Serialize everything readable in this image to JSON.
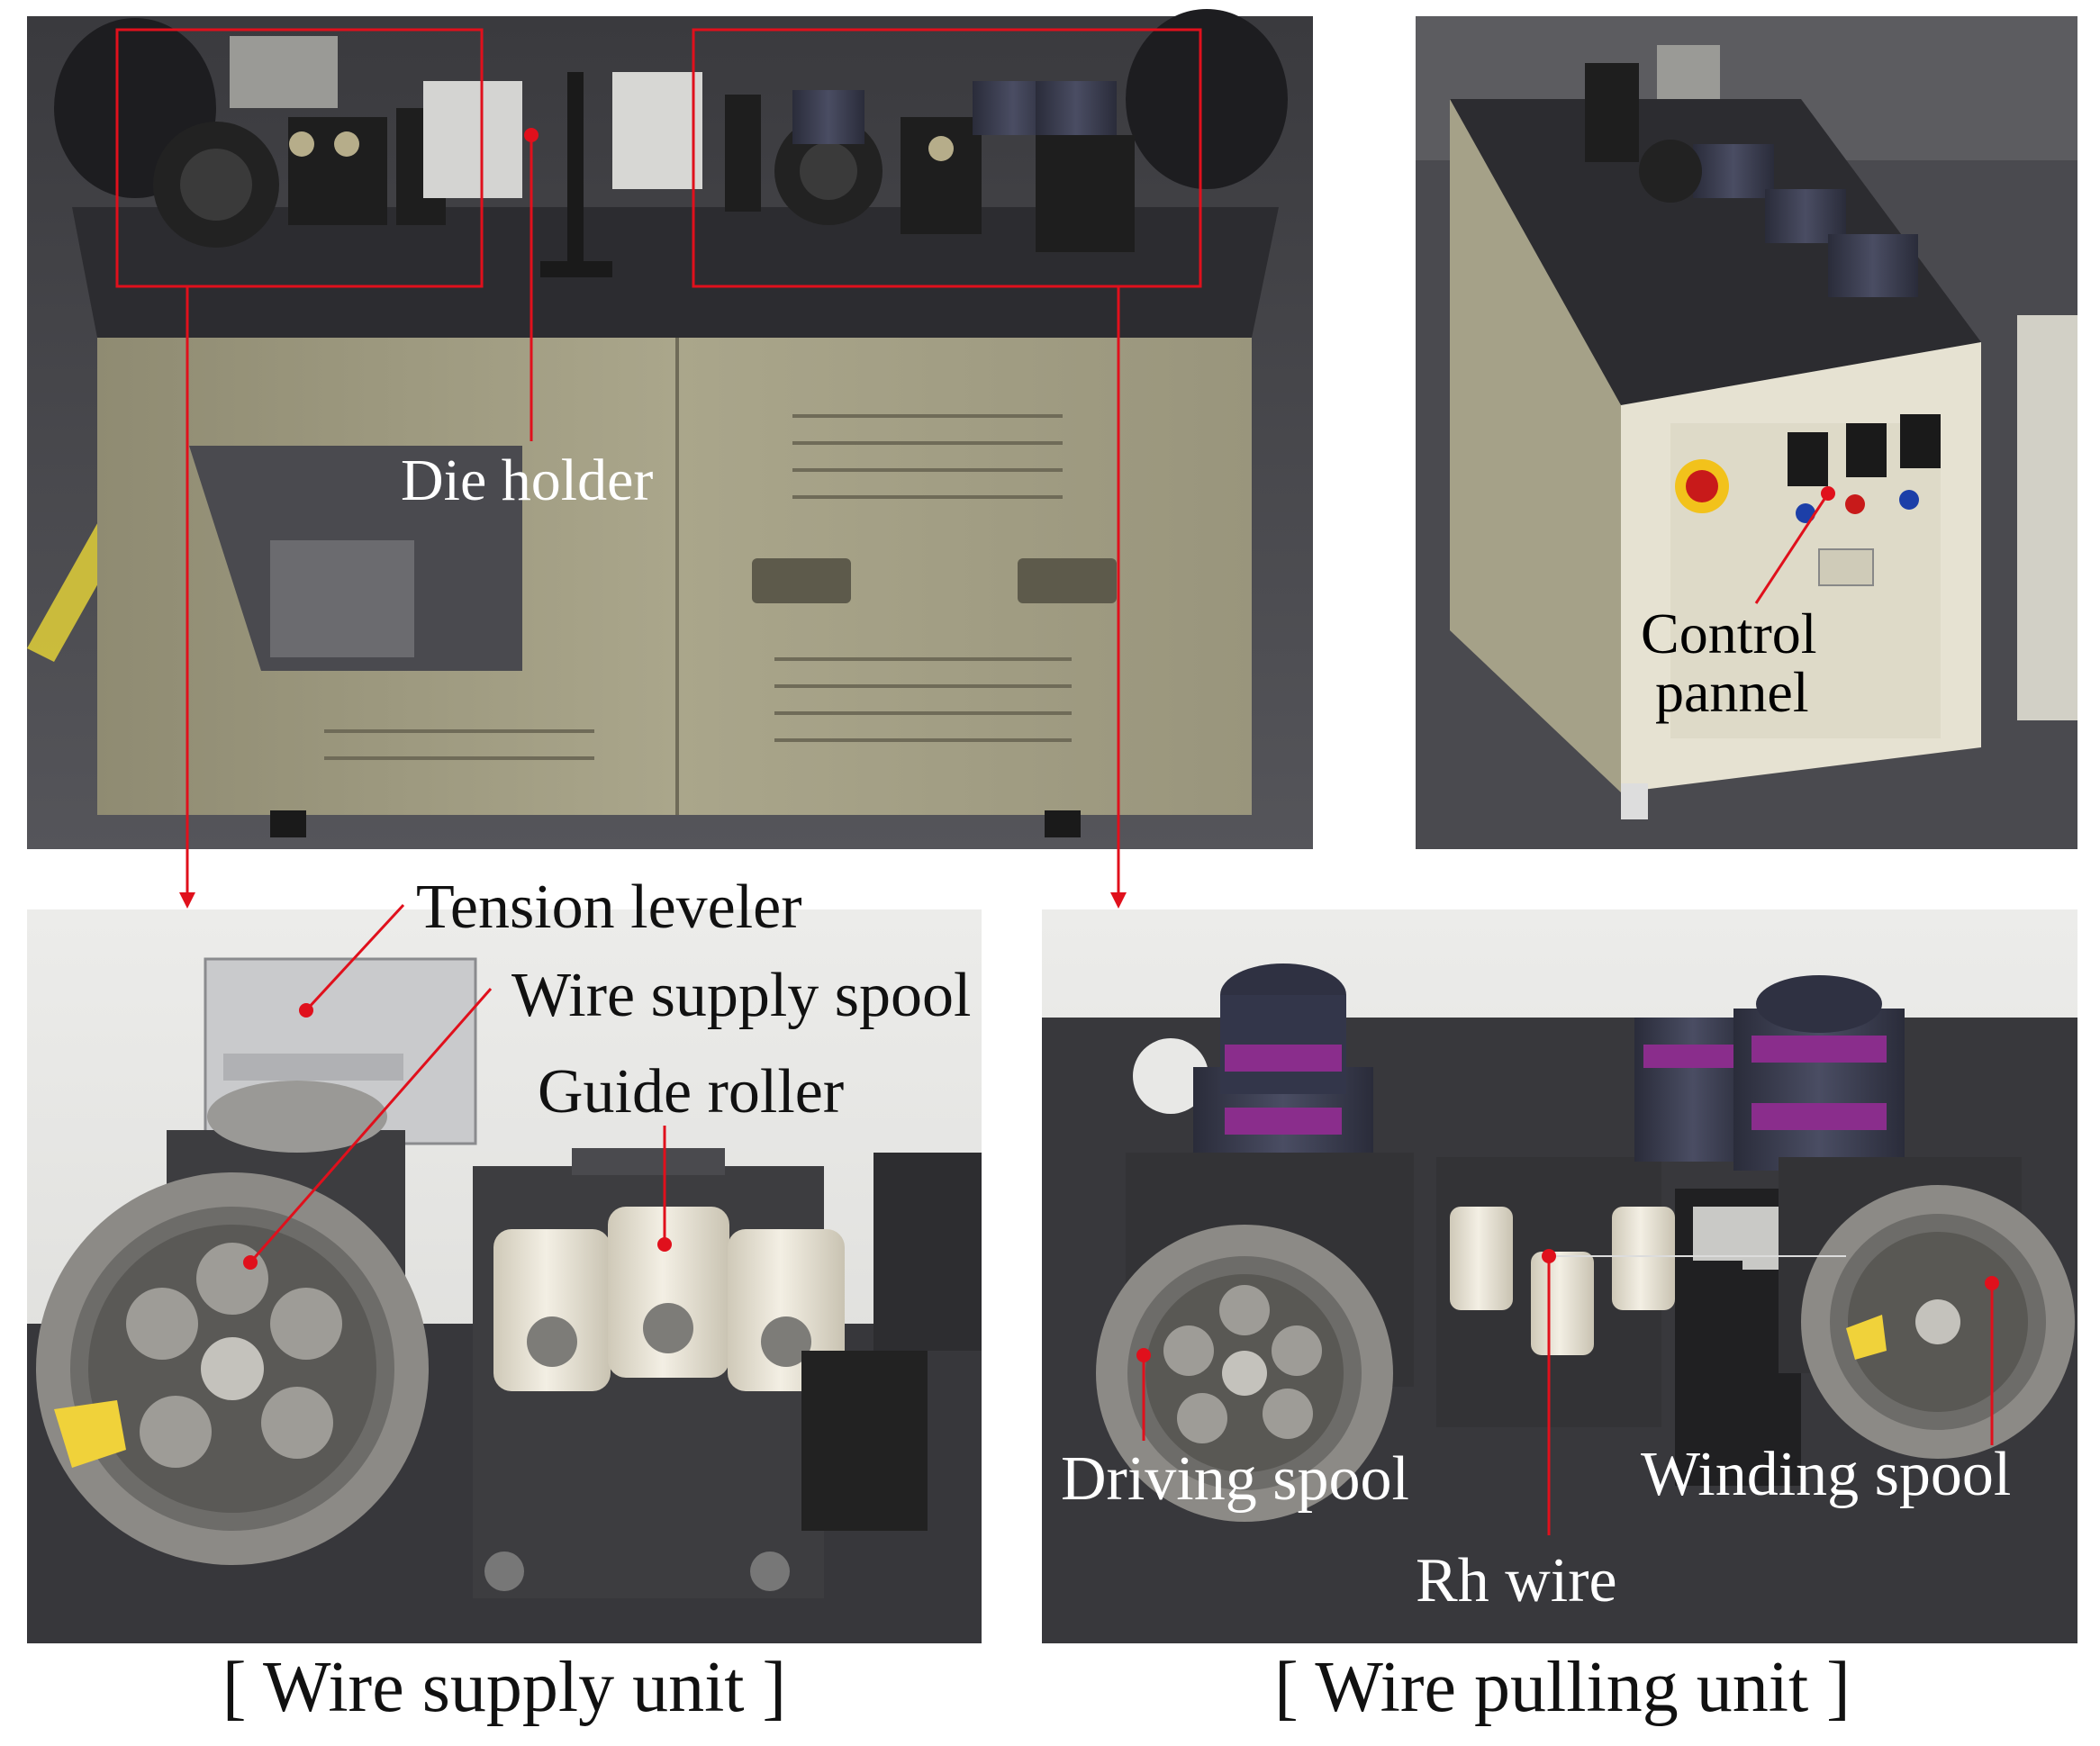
{
  "labels": {
    "die_holder": "Die holder",
    "control_line1": "Control",
    "control_line2": "pannel",
    "tension_leveler": "Tension leveler",
    "wire_supply_spool": "Wire supply spool",
    "guide_roller": "Guide roller",
    "driving_spool": "Driving spool",
    "winding_spool": "Winding spool",
    "rh_wire": "Rh wire"
  },
  "captions": {
    "supply_unit": "[ Wire supply unit ]",
    "pulling_unit": "[ Wire pulling unit ]"
  },
  "colors": {
    "annotation_red": "#e0101c",
    "machine_body": "#a39f83",
    "table_top": "#2b2b2e",
    "roller_white": "#ece7da",
    "motor_purple": "#8a2d8c",
    "spool_gray": "#8c8a86"
  }
}
